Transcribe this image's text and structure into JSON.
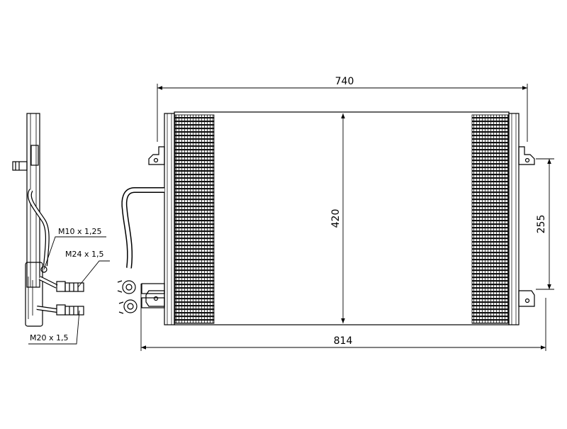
{
  "dimensions": {
    "core_width": "740",
    "height": "420",
    "mount_spacing": "255",
    "overall_width": "814"
  },
  "thread_labels": {
    "m10": "M10 x 1,25",
    "m24": "M24 x 1,5",
    "m20": "M20 x 1,5"
  },
  "colors": {
    "line": "#000000",
    "background": "#ffffff"
  }
}
